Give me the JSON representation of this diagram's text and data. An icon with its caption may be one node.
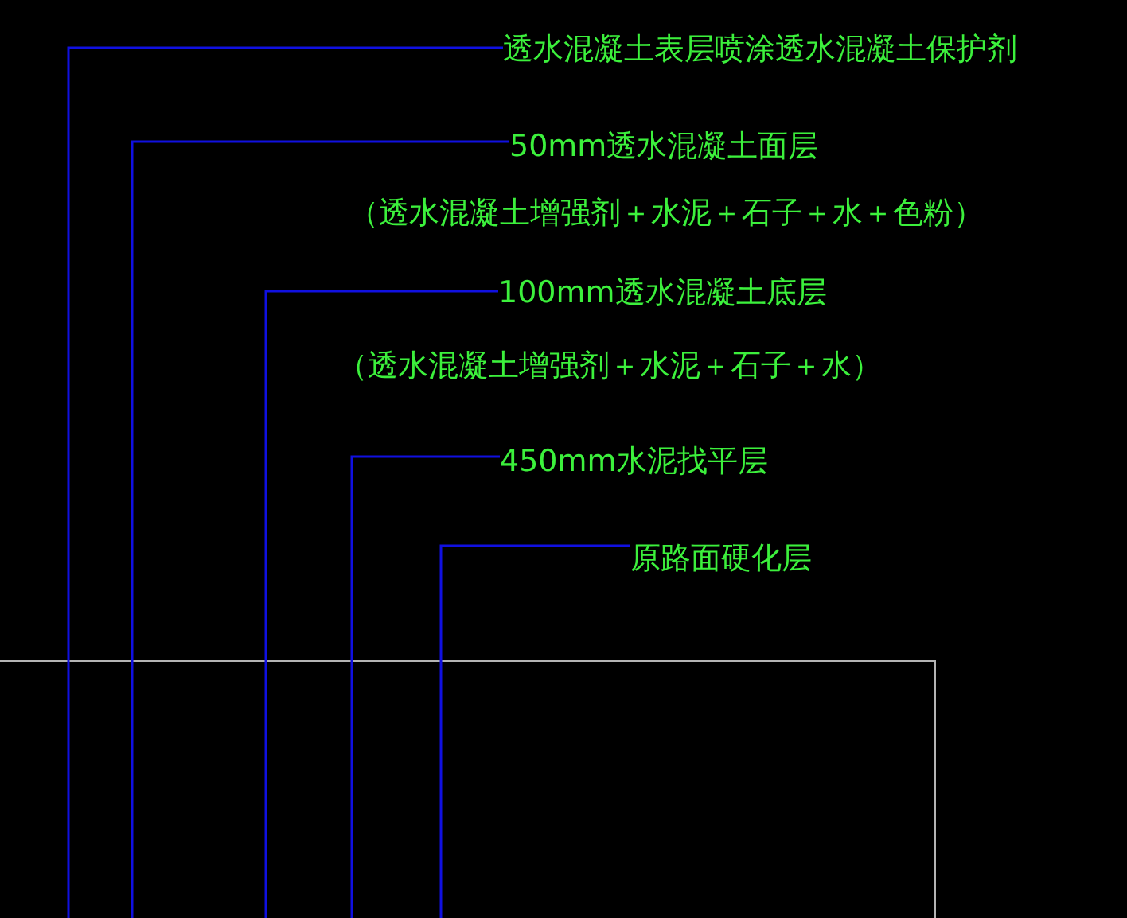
{
  "diagram": {
    "nodes": [
      {
        "text": [
          "透水混凝土表层喷涂透水混凝土保护剂"
        ]
      },
      {
        "text": [
          "50mm透水混凝土面层",
          "（透水混凝土增强剂＋水泥＋石子＋水＋色粉）"
        ]
      },
      {
        "text": [
          "100mm透水混凝土底层",
          "（透水混凝土增强剂＋水泥＋石子＋水）"
        ]
      },
      {
        "text": [
          "450mm水泥找平层"
        ]
      },
      {
        "text": [
          "原路面硬化层"
        ]
      }
    ],
    "edges": [
      {
        "from": 0,
        "to": null,
        "arrow": "none"
      },
      {
        "from": 1,
        "to": null,
        "arrow": "none"
      },
      {
        "from": 2,
        "to": null,
        "arrow": "none"
      },
      {
        "from": 3,
        "to": null,
        "arrow": "none"
      },
      {
        "from": 4,
        "to": null,
        "arrow": "none"
      }
    ]
  }
}
